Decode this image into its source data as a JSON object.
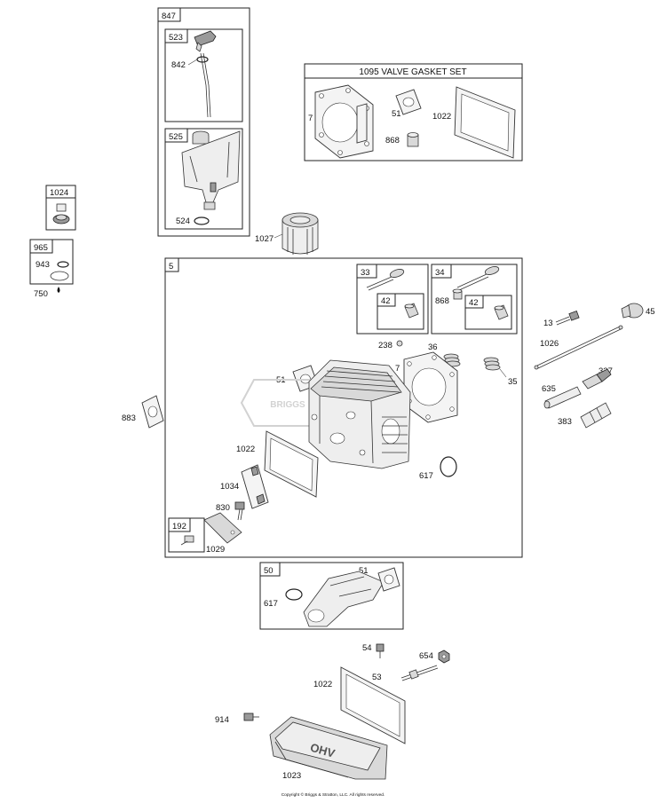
{
  "callouts": {
    "c847": "847",
    "c523": "523",
    "c842": "842",
    "c525": "525",
    "c524": "524",
    "c1024": "1024",
    "c965": "965",
    "c943": "943",
    "c750": "750",
    "c1027": "1027",
    "c1095_title": "1095 VALVE GASKET SET",
    "c1095_7": "7",
    "c1095_51": "51",
    "c1095_1022": "1022",
    "c1095_868": "868",
    "c5": "5",
    "c33": "33",
    "c33_42": "42",
    "c34": "34",
    "c34_868": "868",
    "c34_42": "42",
    "c238": "238",
    "c36": "36",
    "c7": "7",
    "c35": "35",
    "c51": "51",
    "c883": "883",
    "c1022": "1022",
    "c1034": "1034",
    "c830": "830",
    "c192": "192",
    "c1029": "1029",
    "c617": "617",
    "c13": "13",
    "c45": "45",
    "c1026": "1026",
    "c337": "337",
    "c635": "635",
    "c383": "383",
    "c50": "50",
    "c50_51": "51",
    "c50_617": "617",
    "c54": "54",
    "c654": "654",
    "c53": "53",
    "c1022b": "1022",
    "c914": "914",
    "c1023": "1023"
  },
  "watermark": "BRIGGS",
  "cover_logo": "OHV",
  "copyright": "Copyright © Briggs & Stratton, LLC. All rights reserved.",
  "icons": {
    "oil_drop": "oil-drop-icon"
  }
}
